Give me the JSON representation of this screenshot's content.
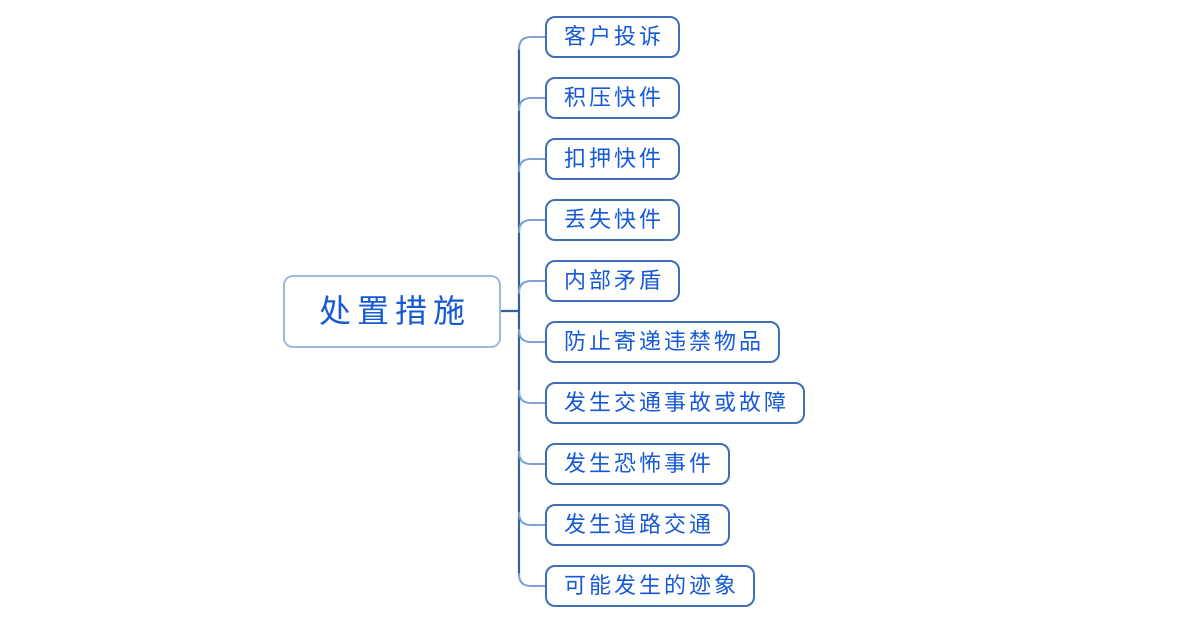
{
  "diagram": {
    "type": "mindmap",
    "root": {
      "label": "处置措施"
    },
    "children": [
      {
        "label": "客户投诉"
      },
      {
        "label": "积压快件"
      },
      {
        "label": "扣押快件"
      },
      {
        "label": "丢失快件"
      },
      {
        "label": "内部矛盾"
      },
      {
        "label": "防止寄递违禁物品"
      },
      {
        "label": "发生交通事故或故障"
      },
      {
        "label": "发生恐怖事件"
      },
      {
        "label": "发生道路交通"
      },
      {
        "label": "可能发生的迹象"
      }
    ],
    "colors": {
      "background": "#ffffff",
      "text": "#1659d6",
      "root_border": "#9cb9e0",
      "child_border": "#3f6eb6",
      "trunk_line": "#33629f",
      "branch_line": "#7da0d6"
    }
  }
}
